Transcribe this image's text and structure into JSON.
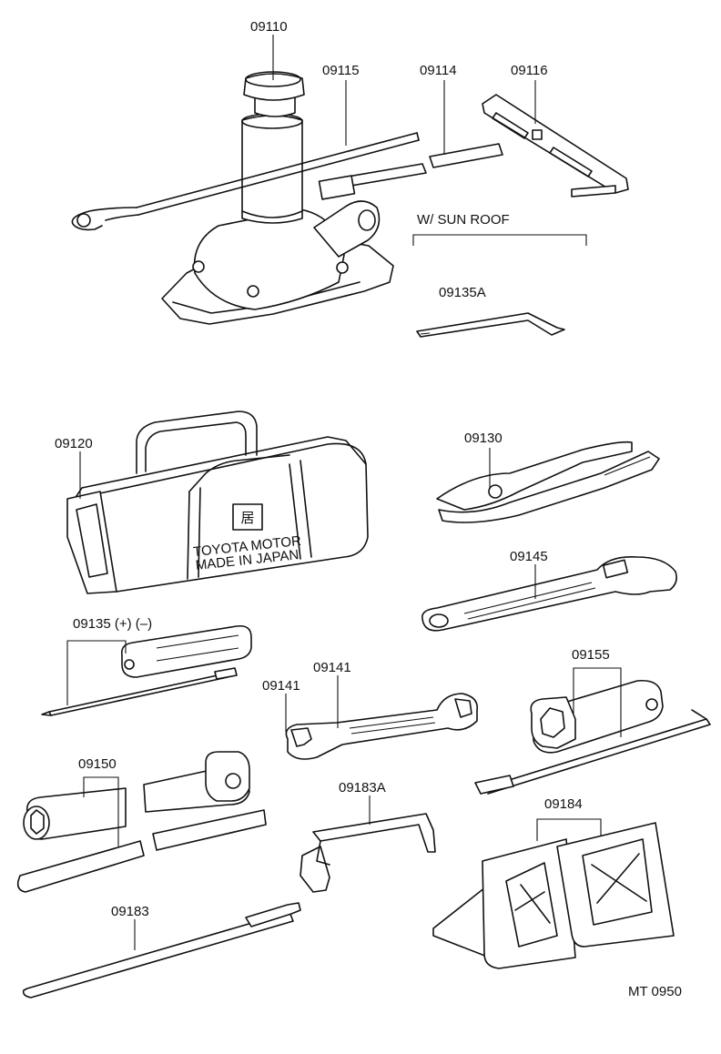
{
  "labels": {
    "p09110": "09110",
    "p09115": "09115",
    "p09114": "09114",
    "p09116": "09116",
    "sunroof": "W/ SUN  ROOF",
    "p09135A": "09135A",
    "p09120": "09120",
    "p09130": "09130",
    "p09145": "09145",
    "p09135": "09135 (+) (–)",
    "p09141a": "09141",
    "p09141b": "09141",
    "p09155": "09155",
    "p09150": "09150",
    "p09183A": "09183A",
    "p09184": "09184",
    "p09183": "09183",
    "ref": "MT  0950"
  },
  "bag_text": {
    "logo": "居",
    "brand": "TOYOTA MOTOR",
    "made": "MADE  IN JAPAN"
  },
  "icons": {
    "jack": "jack-icon",
    "bag": "tool-bag-icon",
    "pliers": "pliers-icon",
    "wrench": "adjustable-wrench-icon",
    "screwdriver": "screwdriver-icon",
    "spanner": "open-end-wrench-icon",
    "socket": "socket-wrench-icon",
    "chocks": "wheel-chock-icon"
  }
}
